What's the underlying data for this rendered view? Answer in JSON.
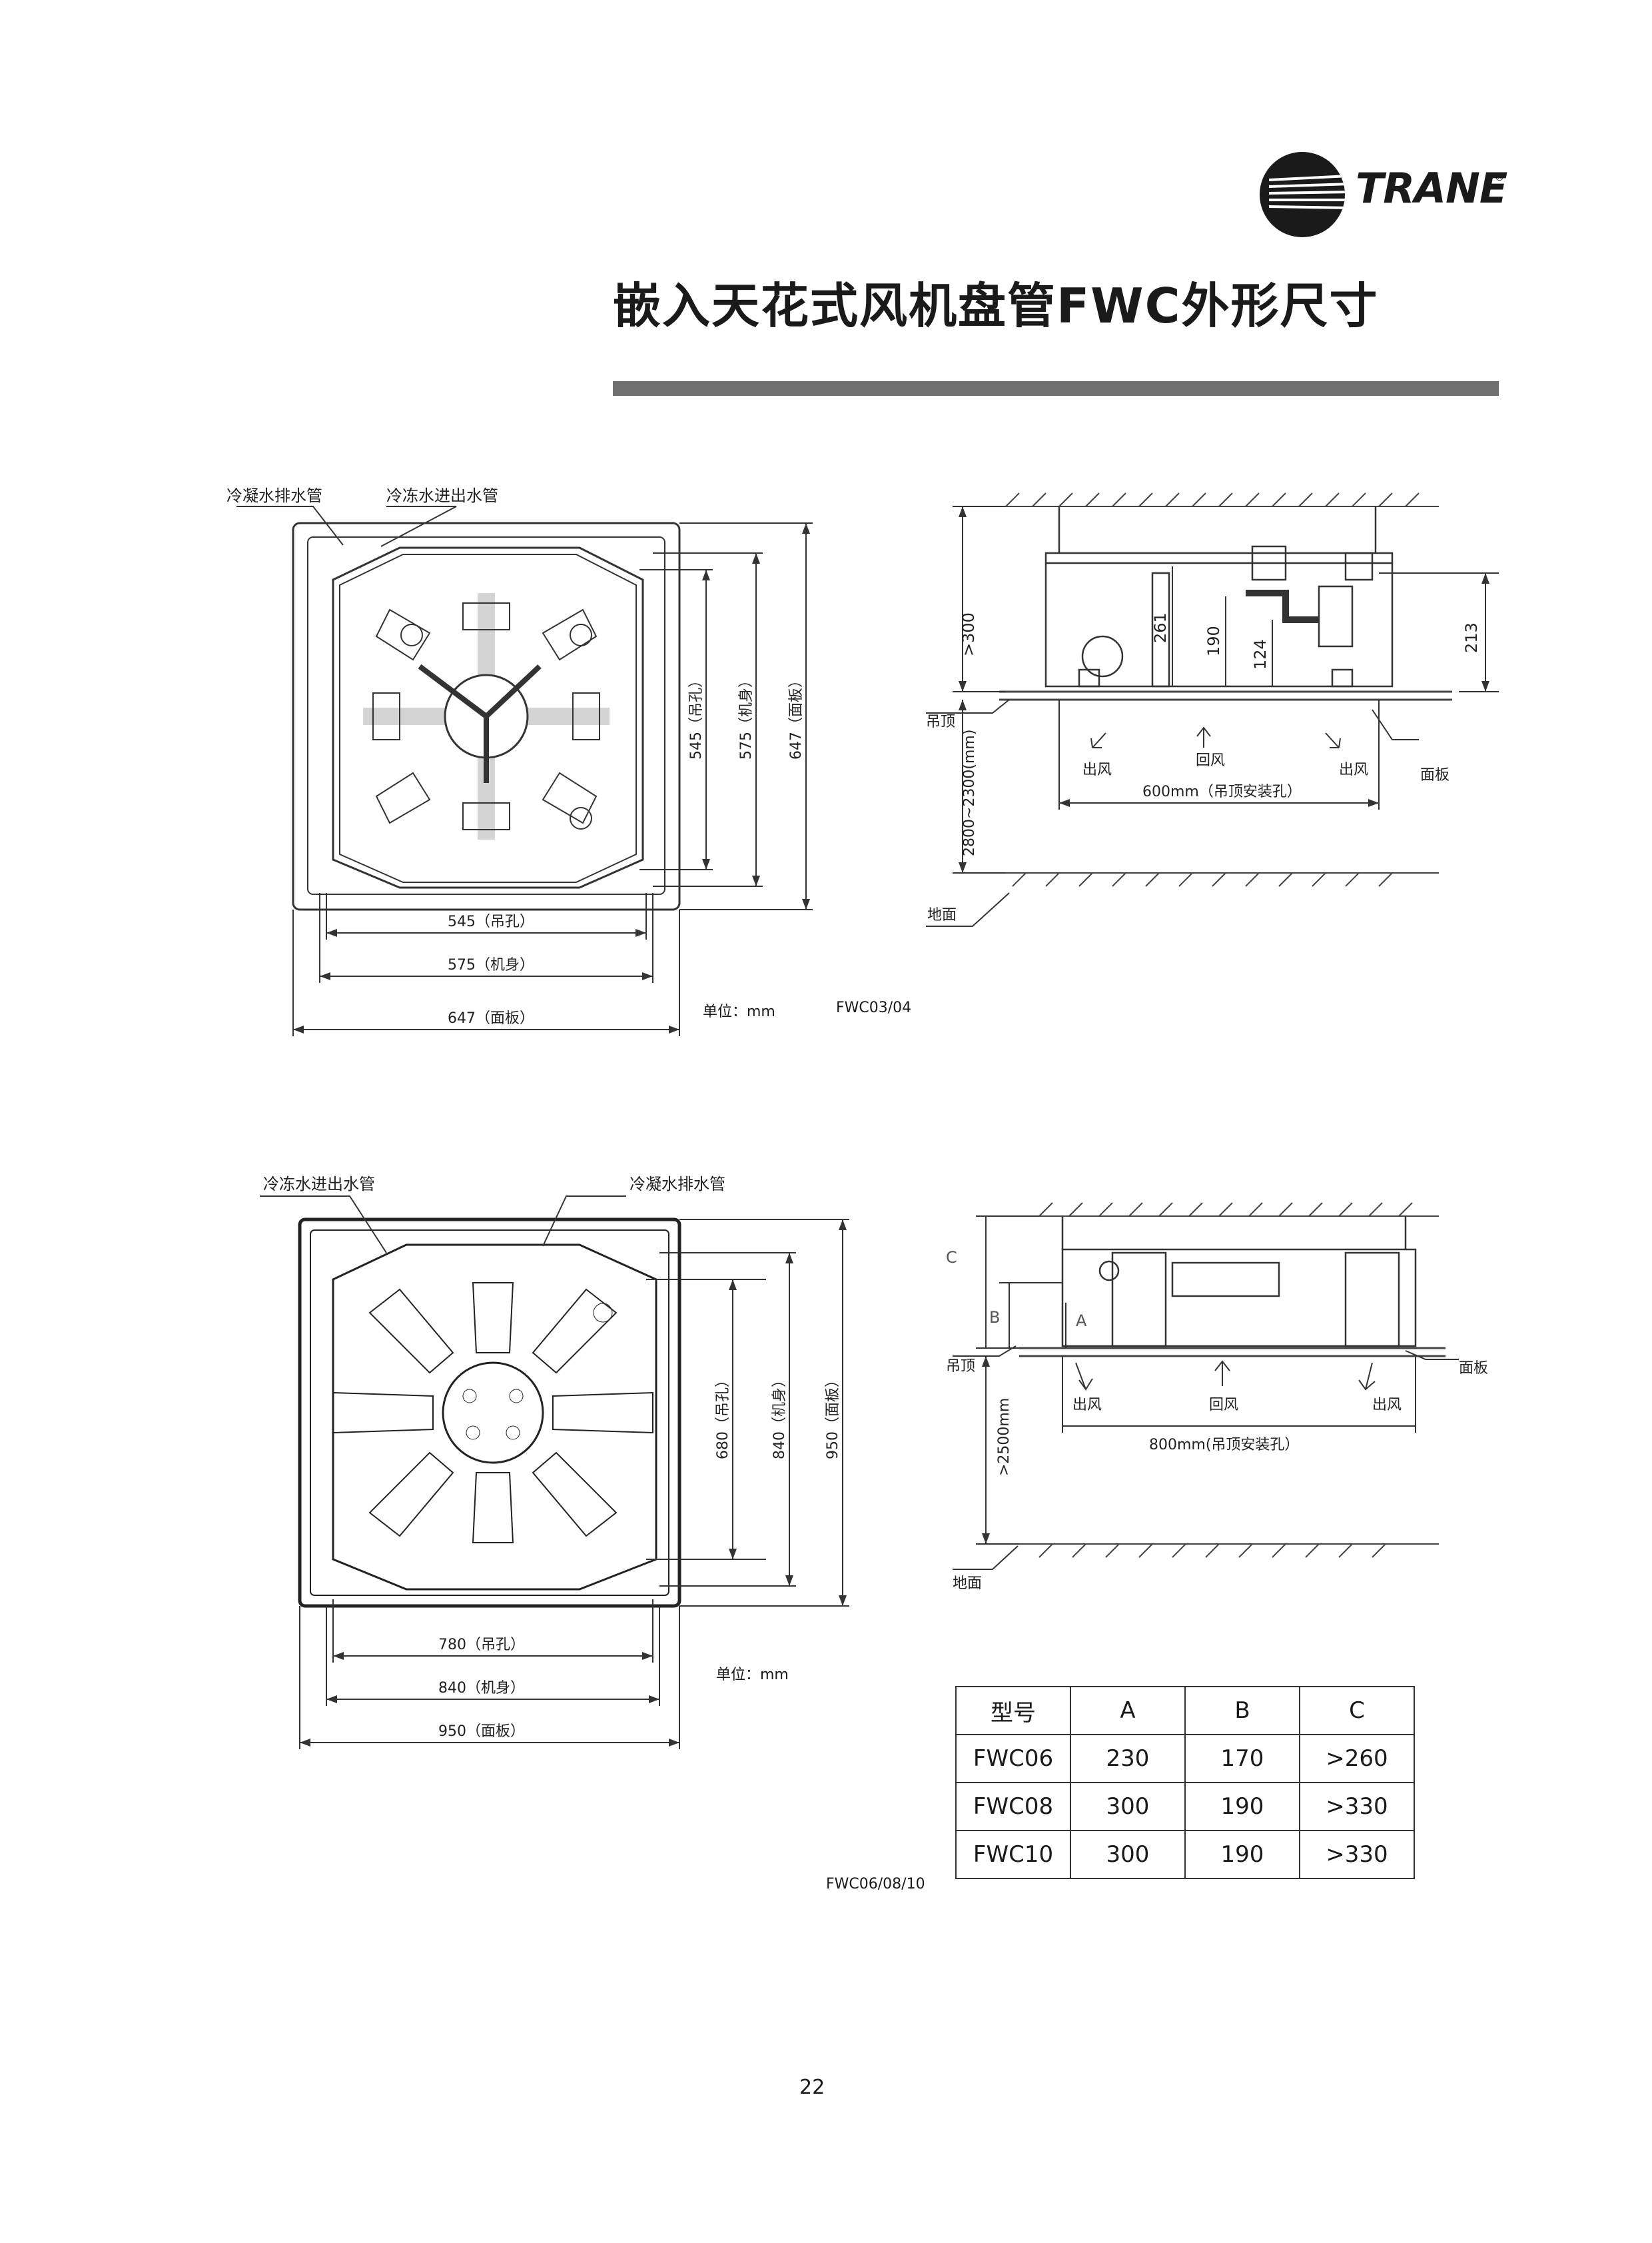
{
  "header": {
    "brand": "TRANE",
    "title": "嵌入天花式风机盘管FWC外形尺寸"
  },
  "fig1": {
    "plan": {
      "labels": {
        "drain": "冷凝水排水管",
        "chilled": "冷冻水进出水管"
      },
      "dims_h": [
        "545（吊孔）",
        "575（机身）",
        "647（面板）"
      ],
      "dims_v": [
        "545（吊孔）",
        "575（机身）",
        "647（面板）"
      ]
    },
    "side": {
      "dims": [
        ">300",
        "261",
        "190",
        "124",
        "213",
        "2800~2300(mm)",
        "600mm（吊顶安装孔）"
      ],
      "labels": {
        "ceiling": "吊顶",
        "floor": "地面",
        "panel": "面板",
        "return": "回风",
        "supply_l": "出风",
        "supply_r": "出风"
      }
    },
    "unit": "单位：mm",
    "model": "FWC03/04"
  },
  "fig2": {
    "plan": {
      "labels": {
        "chilled": "冷冻水进出水管",
        "drain": "冷凝水排水管"
      },
      "dims_h": [
        "780（吊孔）",
        "840（机身）",
        "950（面板）"
      ],
      "dims_v": [
        "680（吊孔）",
        "840（机身）",
        "950（面板）"
      ]
    },
    "side": {
      "letters": [
        "C",
        "B",
        "A"
      ],
      "dims": [
        ">2500mm",
        "800mm(吊顶安装孔）"
      ],
      "labels": {
        "ceiling": "吊顶",
        "floor": "地面",
        "panel": "面板",
        "return": "回风",
        "supply_l": "出风",
        "supply_r": "出风"
      }
    },
    "unit": "单位：mm",
    "model": "FWC06/08/10"
  },
  "table": {
    "headers": [
      "型号",
      "A",
      "B",
      "C"
    ],
    "rows": [
      [
        "FWC06",
        "230",
        "170",
        ">260"
      ],
      [
        "FWC08",
        "300",
        "190",
        ">330"
      ],
      [
        "FWC10",
        "300",
        "190",
        ">330"
      ]
    ]
  },
  "page_number": "22"
}
